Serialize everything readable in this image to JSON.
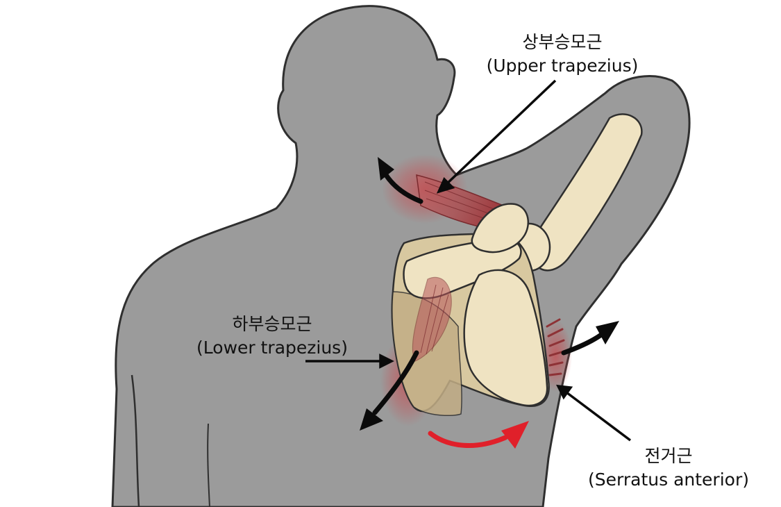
{
  "colors": {
    "body": "#9b9b9b",
    "outline": "#2f2f2f",
    "bone": "#efe3c2",
    "bone_shadow": "#c9b58f",
    "muscle": "#b8565a",
    "arrow_black": "#0b0b0b",
    "arrow_red": "#e0202a",
    "background": "#ffffff"
  },
  "labels": {
    "upper_trapezius": {
      "korean": "상부승모근",
      "english": "(Upper trapezius)"
    },
    "lower_trapezius": {
      "korean": "하부승모근",
      "english": "(Lower trapezius)"
    },
    "serratus_anterior": {
      "korean": "전거근",
      "english": "(Serratus anterior)"
    }
  },
  "icons": {
    "upper_arrow": "arrow-up-left-icon",
    "lower_arrow": "arrow-down-left-icon",
    "serratus_arrow": "arrow-up-right-icon",
    "rotation_arrow": "curved-arrow-right-icon"
  }
}
